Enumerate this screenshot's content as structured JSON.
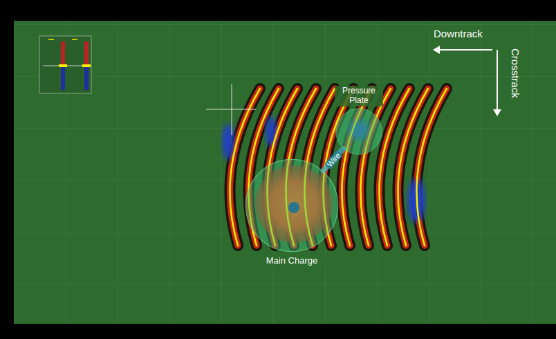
{
  "diagram": {
    "nodes": [
      {
        "text": [
          "Pressure Plate"
        ]
      },
      {
        "text": [
          "Main Charge"
        ]
      }
    ],
    "edges": [
      {
        "from": 0,
        "to": 1,
        "arrow": "none",
        "label": "Wire"
      }
    ],
    "labels": [
      "Downtrack",
      "Crosstrack"
    ]
  }
}
